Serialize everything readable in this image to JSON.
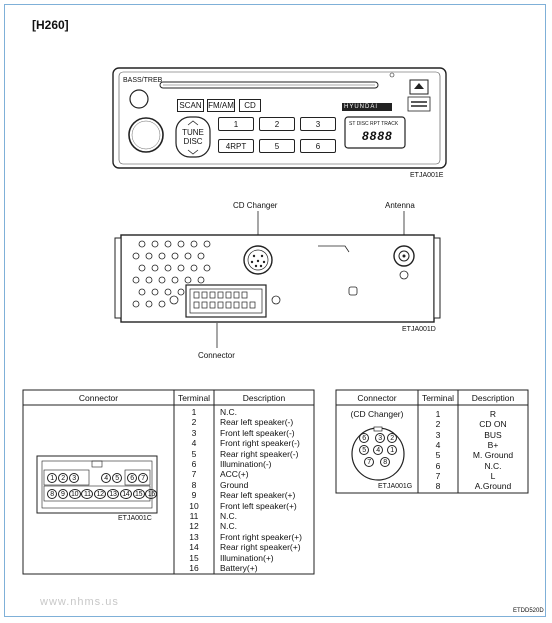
{
  "model_code": "[H260]",
  "radio": {
    "bass_treb_label": "BASS/TREB",
    "buttons": {
      "scan": "SCAN",
      "fm_am": "FM/AM",
      "cd": "CD"
    },
    "tune_label_1": "TUNE",
    "tune_label_2": "DISC",
    "presets": [
      "1",
      "2",
      "3",
      "4RPT",
      "5",
      "6"
    ],
    "brand": "HYUNDAI",
    "display_text": "ST DISC RPT TRACK",
    "display_digits": "8888",
    "figure_code": "ETJA001E"
  },
  "rear_view": {
    "label_cd_changer": "CD Changer",
    "label_antenna": "Antenna",
    "label_connector": "Connector",
    "figure_code": "ETJA001D"
  },
  "main_table": {
    "headers": [
      "Connector",
      "Terminal",
      "Description"
    ],
    "rows": [
      {
        "terminal": "1",
        "description": "N.C."
      },
      {
        "terminal": "2",
        "description": "Rear left speaker(-)"
      },
      {
        "terminal": "3",
        "description": "Front left speaker(-)"
      },
      {
        "terminal": "4",
        "description": "Front right speaker(-)"
      },
      {
        "terminal": "5",
        "description": "Rear right speaker(-)"
      },
      {
        "terminal": "6",
        "description": "Illumination(-)"
      },
      {
        "terminal": "7",
        "description": "ACC(+)"
      },
      {
        "terminal": "8",
        "description": "Ground"
      },
      {
        "terminal": "9",
        "description": "Rear left speaker(+)"
      },
      {
        "terminal": "10",
        "description": "Front left speaker(+)"
      },
      {
        "terminal": "11",
        "description": "N.C."
      },
      {
        "terminal": "12",
        "description": "N.C."
      },
      {
        "terminal": "13",
        "description": "Front right speaker(+)"
      },
      {
        "terminal": "14",
        "description": "Rear right speaker(+)"
      },
      {
        "terminal": "15",
        "description": "Illumination(+)"
      },
      {
        "terminal": "16",
        "description": "Battery(+)"
      }
    ],
    "pins_top": [
      "1",
      "2",
      "3",
      "4",
      "5",
      "6",
      "7"
    ],
    "pins_bottom": [
      "8",
      "9",
      "10",
      "11",
      "12",
      "13",
      "14",
      "15",
      "16"
    ],
    "figure_code": "ETJA001C"
  },
  "cd_table": {
    "headers": [
      "Connector",
      "Terminal",
      "Description"
    ],
    "connector_label": "(CD Changer)",
    "rows": [
      {
        "terminal": "1",
        "description": "R"
      },
      {
        "terminal": "2",
        "description": "CD ON"
      },
      {
        "terminal": "3",
        "description": "BUS"
      },
      {
        "terminal": "4",
        "description": "B+"
      },
      {
        "terminal": "5",
        "description": "M. Ground"
      },
      {
        "terminal": "6",
        "description": "N.C."
      },
      {
        "terminal": "7",
        "description": "L"
      },
      {
        "terminal": "8",
        "description": "A.Ground"
      }
    ],
    "pins": [
      "1",
      "2",
      "3",
      "4",
      "5",
      "6",
      "7",
      "8"
    ],
    "figure_code": "ETJA001G"
  },
  "watermark": "www.nhms.us",
  "page_code": "ETDD520D"
}
